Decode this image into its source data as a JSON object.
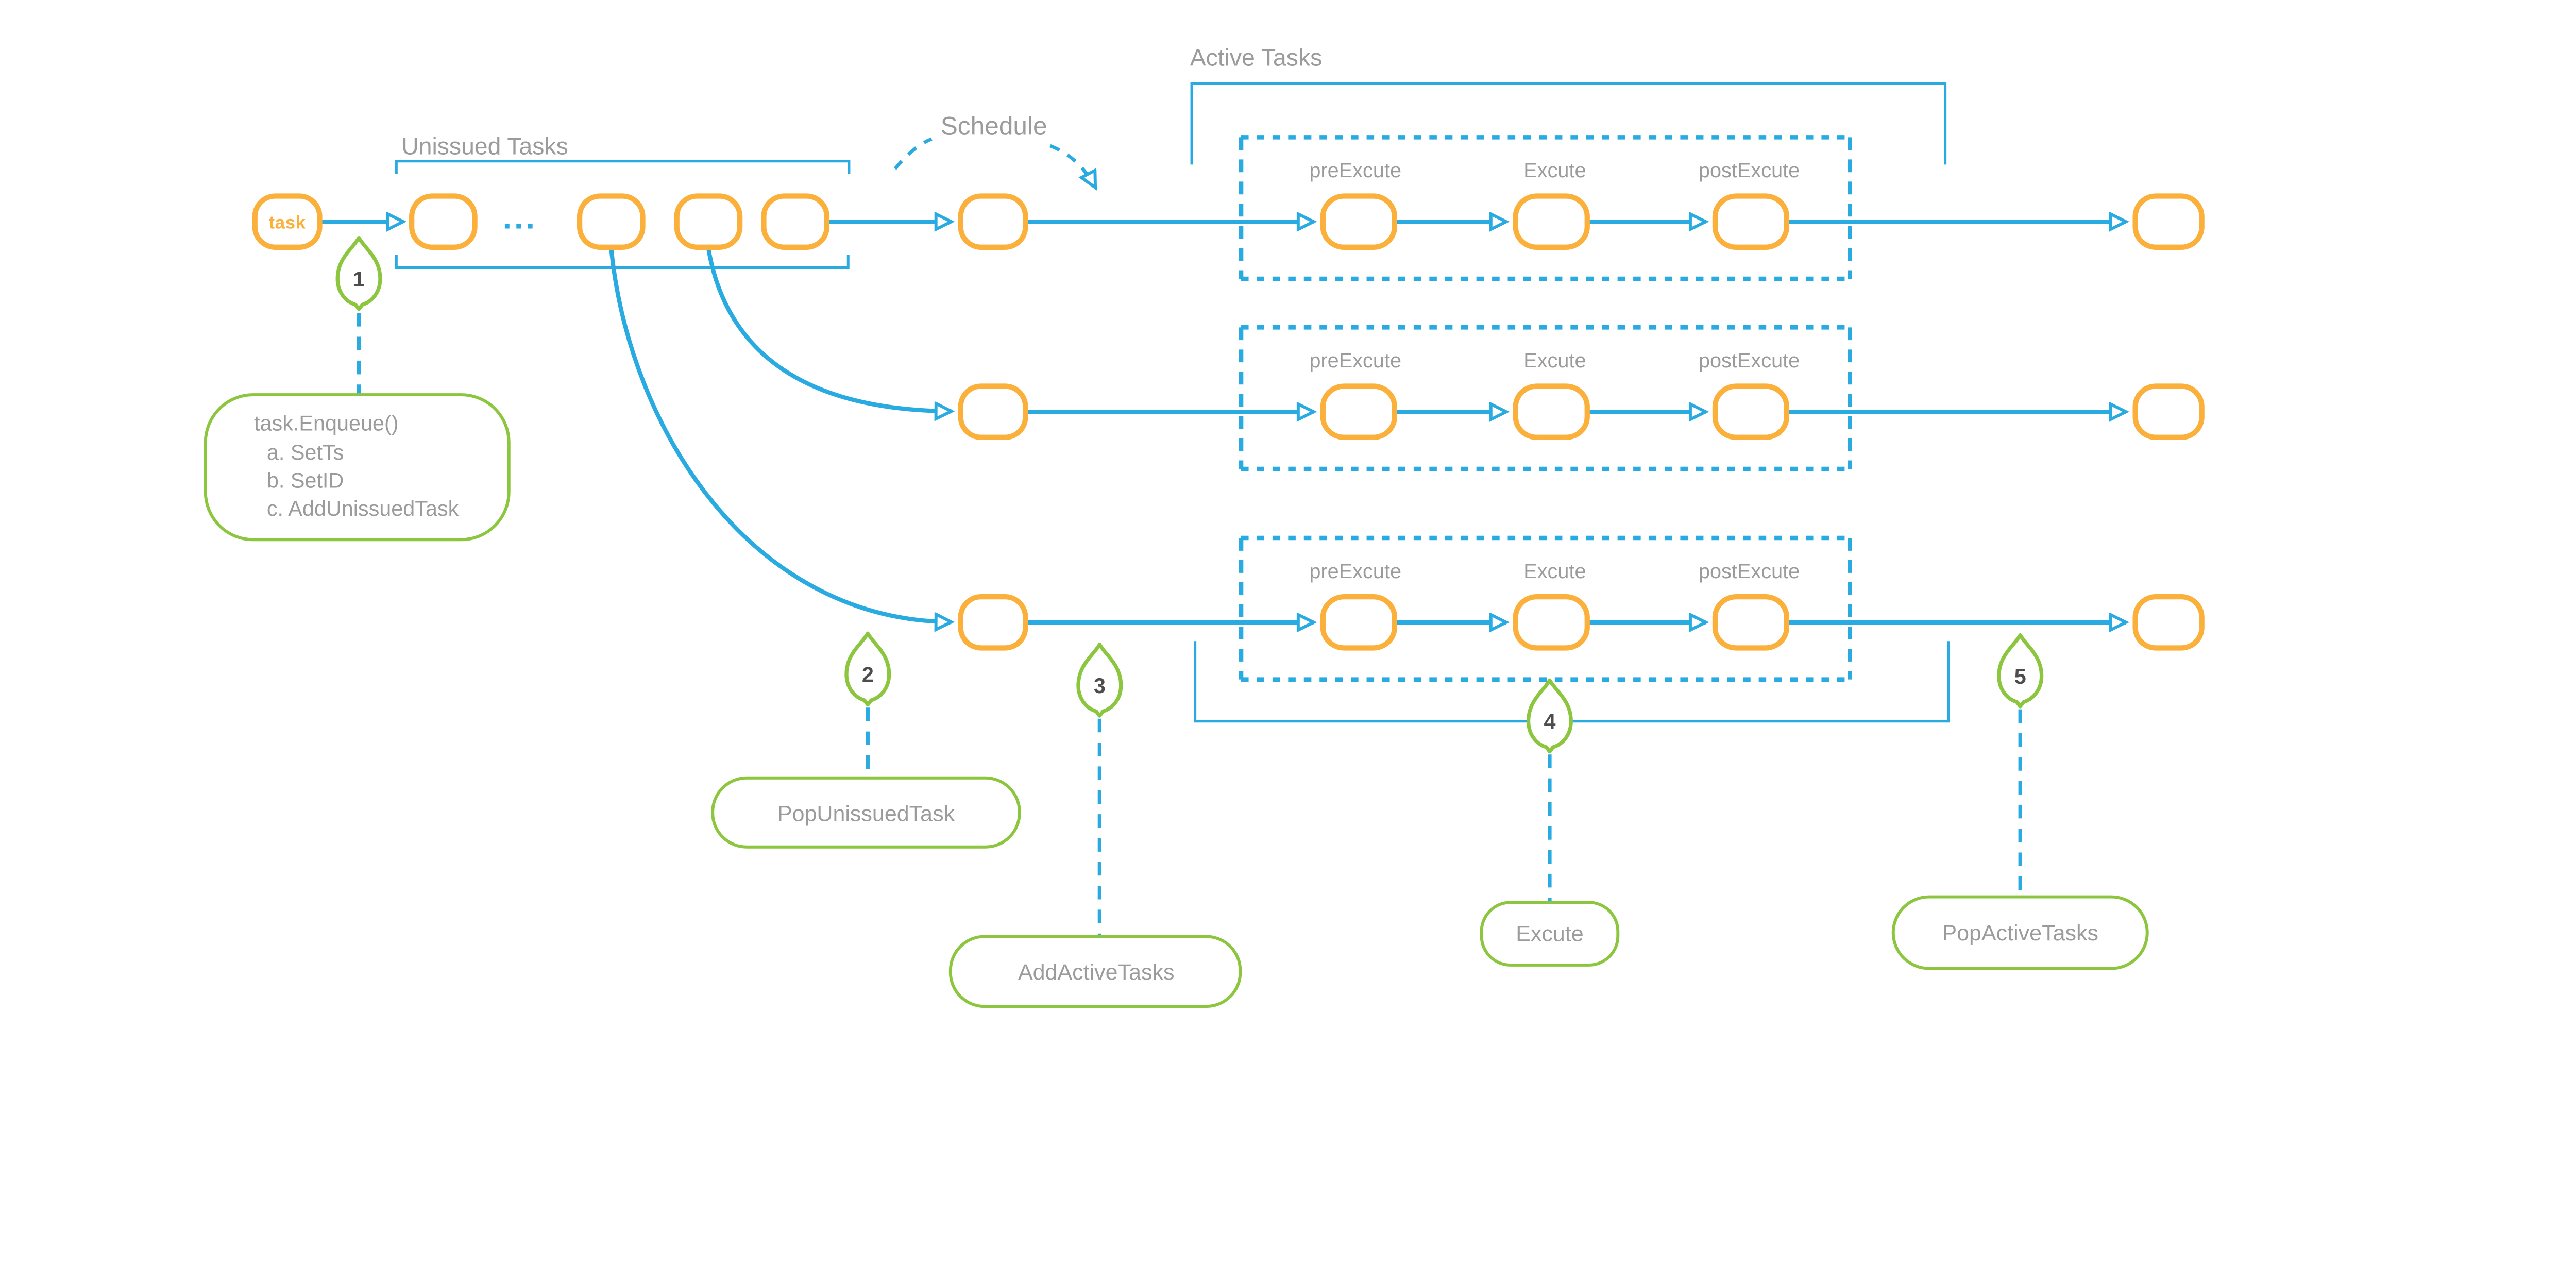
{
  "labels": {
    "unissued_tasks": "Unissued Tasks",
    "schedule": "Schedule",
    "active_tasks": "Active Tasks",
    "task_node": "task",
    "queue_ellipsis": "..."
  },
  "stage_labels": [
    "preExcute",
    "Excute",
    "postExcute"
  ],
  "markers": [
    {
      "number": "1",
      "annotation_lines": [
        "task.Enqueue()",
        "a. SetTs",
        "b. SetID",
        "c. AddUnissuedTask"
      ]
    },
    {
      "number": "2",
      "annotation": "PopUnissuedTask"
    },
    {
      "number": "3",
      "annotation": "AddActiveTasks"
    },
    {
      "number": "4",
      "annotation": "Excute"
    },
    {
      "number": "5",
      "annotation": "PopActiveTasks"
    }
  ],
  "colors": {
    "flow_blue": "#29ABE2",
    "node_orange": "#FBB03B",
    "marker_green": "#8CC63F",
    "label_gray": "#9B9B9B",
    "number_gray": "#4D4D4D",
    "background": "#FFFFFF"
  }
}
